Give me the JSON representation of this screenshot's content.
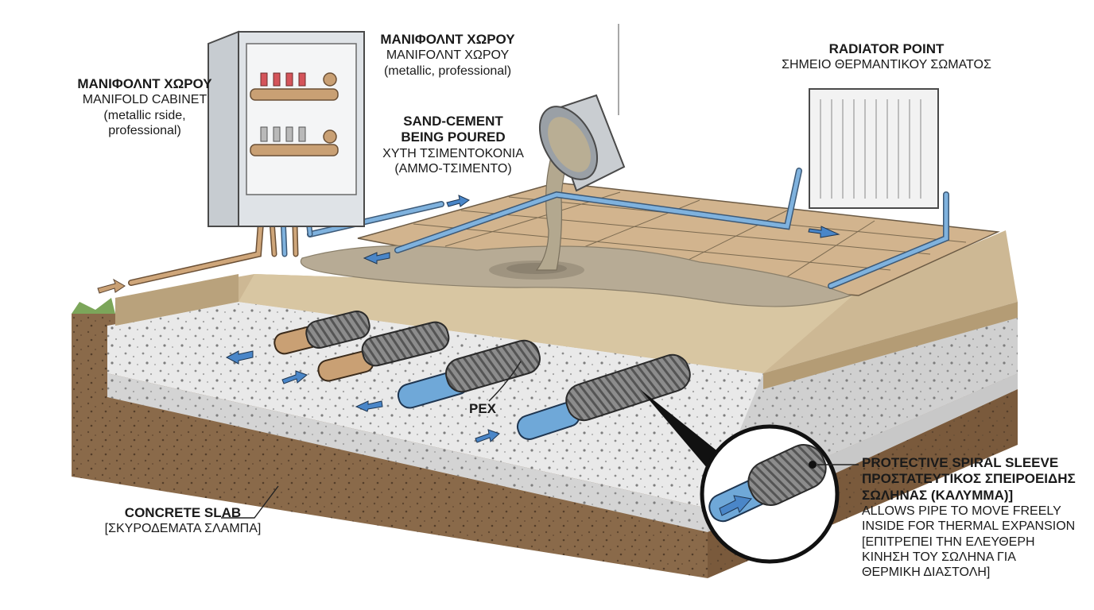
{
  "labels": {
    "manifold_left": {
      "title": "ΜΑΝΙΦΟΛΝΤ ΧΩΡΟΥ",
      "subtitle": "MANIFOLD CABINET",
      "note1": "(metallic rside,",
      "note2": "professional)"
    },
    "manifold_top": {
      "title": "ΜΑΝΙΦΟΛΝΤ ΧΩΡΟΥ",
      "subtitle": "ΜΑΝΙFOΛΝΤ ΧΩΡΟΥ",
      "note": "(metallic, professional)"
    },
    "pour": {
      "title1": "SAND-CEMENT",
      "title2": "BEING POURED",
      "greek1": "ΧΥΤΗ ΤΣΙΜΕΝΤΟΚΟΝΙΑ",
      "greek2": "(ΑΜΜΟ-ΤΣΙΜΕΝΤΟ)"
    },
    "radiator": {
      "title": "RADIATOR POINT",
      "greek": "ΣΗΜΕΙΟ ΘΕΡΜΑΝΤΙΚΟΥ ΣΩΜΑΤΟΣ"
    },
    "pex": "PEX",
    "slab": {
      "title": "CONCRETE SLAB",
      "greek": "[ΣΚΥΡΟΔΕΜΑΤΑ ΣΛΑΜΠΑ]"
    },
    "sleeve": {
      "title": "PROTECTIVE SPIRAL SLEEVE",
      "greek1": "ΠΡΟΣΤΑΤΕΥΤΙΚΟΣ ΣΠΕΙΡΟΕΙΔΗΣ",
      "greek2": "ΣΩΛΗΝΑΣ (ΚΑΛΥΜΜΑ)]",
      "desc1": "ALLOWS PIPE TO MOVE FREELY",
      "desc2": "INSIDE FOR THERMAL EXPANSION",
      "desc3": "[ΕΠΙΤΡΕΠΕΙ ΤΗΝ ΕΛΕΥΘΕΡΗ",
      "desc4": "ΚΙΝΗΣΗ ΤΟΥ ΣΩΛΗΝΑ ΓΙΑ",
      "desc5": "ΘΕΡΜΙΚΗ ΔΙΑΣΤΟΛΗ]"
    }
  },
  "colors": {
    "pex_blue": "#6fa8d8",
    "copper": "#c9a074",
    "sand": "#d6c3a0",
    "tile": "#cfb08a",
    "soil": "#8a6a4a",
    "concrete": "#dcdcdc",
    "sleeve": "#7a7a7a",
    "arrow": "#4a86c8"
  }
}
